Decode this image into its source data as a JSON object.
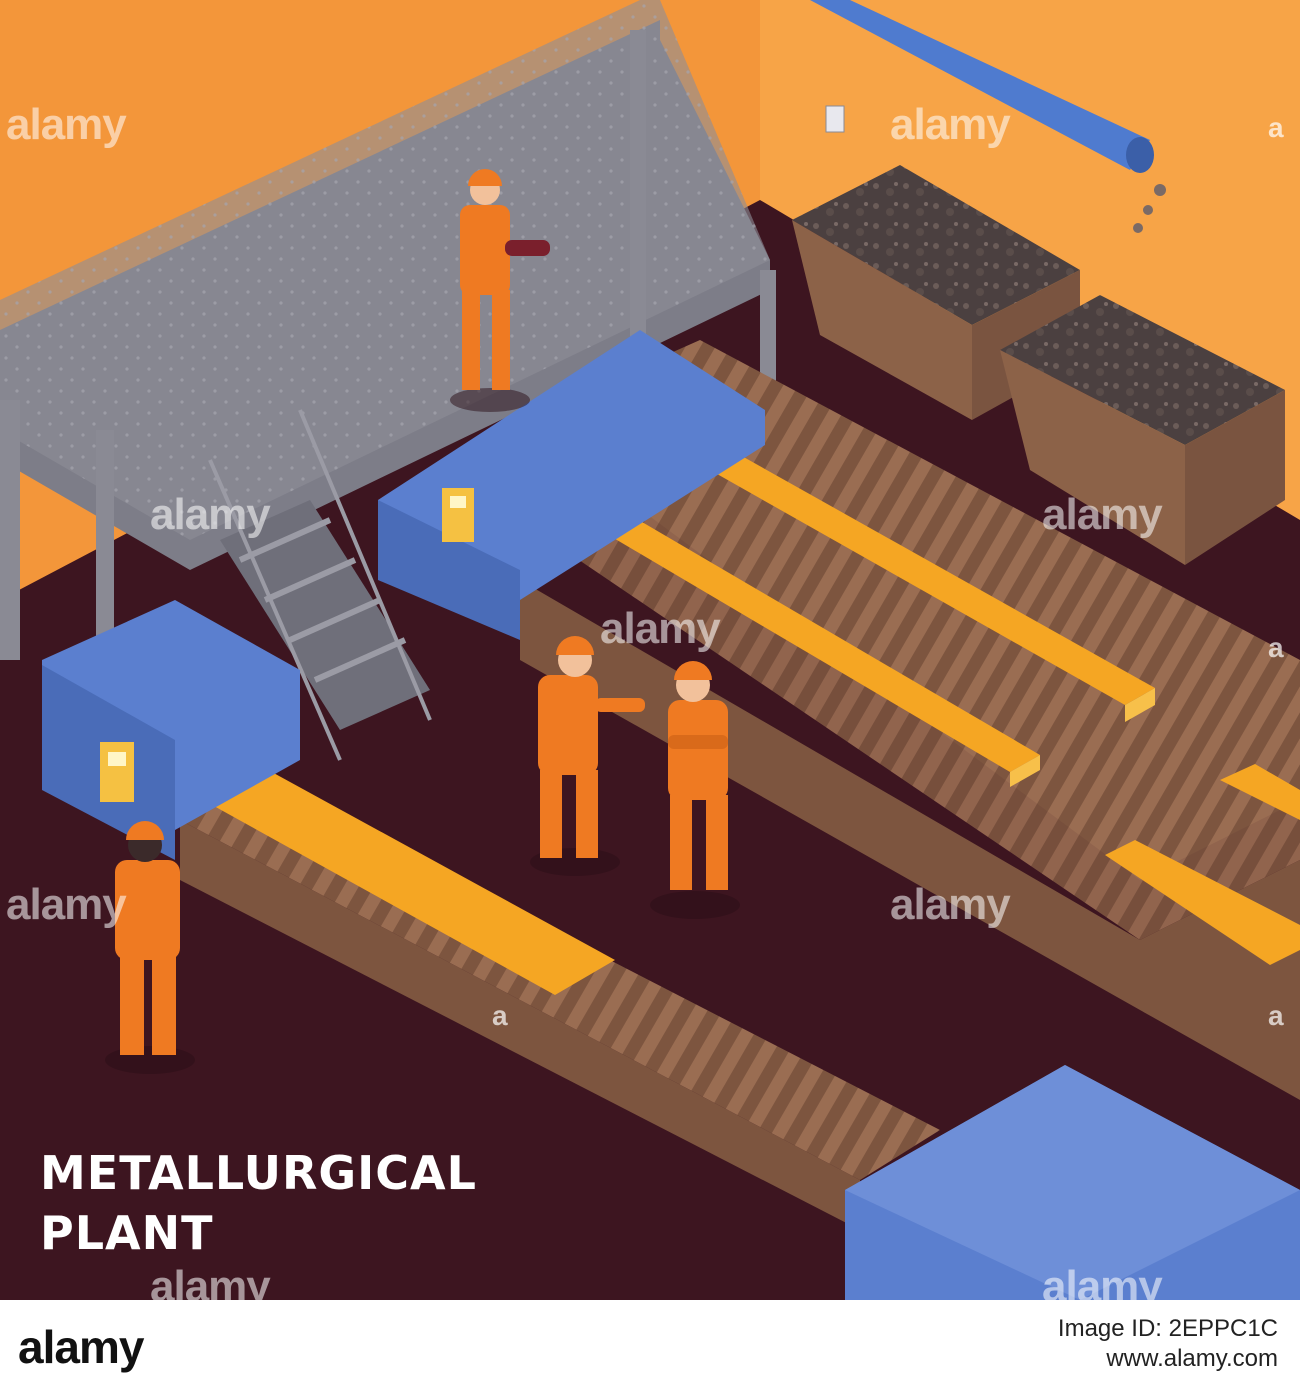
{
  "title": {
    "line1": "METALLURGICAL",
    "line2": "PLANT"
  },
  "watermark": {
    "text": "alamy"
  },
  "footer": {
    "brand": "alamy",
    "image_id_label": "Image ID: 2EPPC1C",
    "url": "www.alamy.com"
  },
  "colors": {
    "wall": "#f3963a",
    "floor": "#3d1520",
    "workwear": "#ef7a22",
    "machine_blue": "#5b7fcf",
    "hot_metal": "#f5a623",
    "rollers": "#8c6248",
    "walkway": "#8a8a94"
  },
  "icons": [
    "control-panel-icon",
    "watermark-a-icon"
  ]
}
